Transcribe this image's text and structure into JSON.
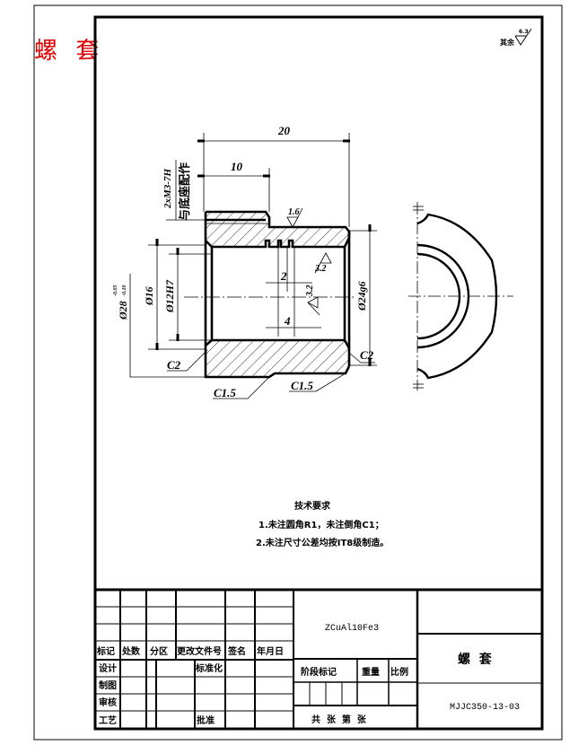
{
  "sheet": {
    "red_title": "螺 套",
    "colors": {
      "red_title": "#e00000",
      "lines": "#000000",
      "background": "#ffffff"
    }
  },
  "roughness_note": {
    "prefix": "其余",
    "value": "6.3"
  },
  "section_view": {
    "dims": {
      "overall_length": "20",
      "thread_length": "10",
      "thread_spec": "2xM3-7H",
      "thread_note": "与底座配作",
      "roughness_top": "1.6",
      "roughness_bore": "3.2",
      "roughness_inner": "3.2",
      "groove_width": "2",
      "groove_pitch": "4",
      "dia_outer_flange": "Ø28",
      "dia_outer_tol_upper": "-0.05",
      "dia_outer_tol_lower": "-0.10",
      "dia_bore_large": "Ø16",
      "dia_bore_fit": "Ø12H7",
      "dia_outer_fit": "Ø24g6",
      "chamfer_left": "C2",
      "chamfer_right": "C2",
      "chamfer_bottom_left": "C1.5",
      "chamfer_bottom_right": "C1.5"
    }
  },
  "tech_requirements": {
    "heading": "技术要求",
    "items": [
      "1.未注圆角R1，未注倒角C1；",
      "2.未注尺寸公差均按IT8级制造。"
    ]
  },
  "title_block": {
    "revision_headers": [
      "标记",
      "处数",
      "分区",
      "更改文件号",
      "签名",
      "年月日"
    ],
    "roles": [
      "设计",
      "制图",
      "审核",
      "工艺"
    ],
    "standardization": "标准化",
    "approval": "批准",
    "material": "ZCuAl10Fe3",
    "stage_mark": "阶段标记",
    "weight": "重量",
    "scale": "比例",
    "sheets": "共  张  第  张",
    "part_name": "螺  套",
    "drawing_number": "MJJC350-13-03"
  }
}
